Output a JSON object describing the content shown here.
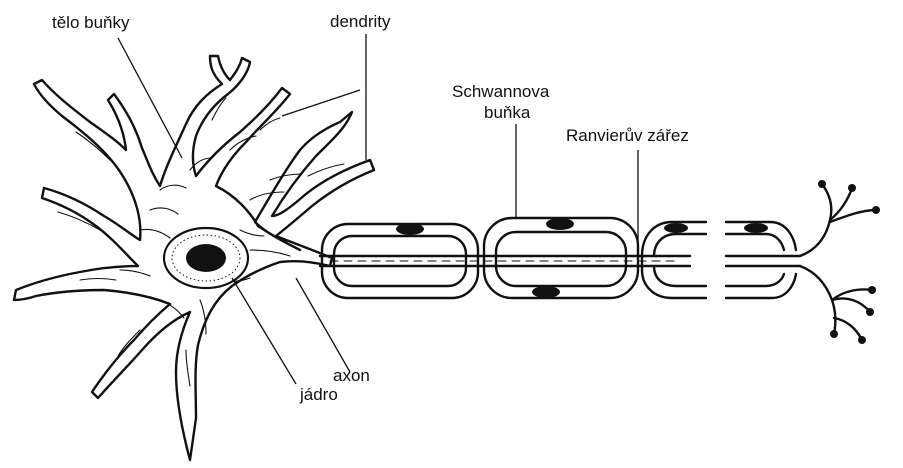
{
  "labels": {
    "cell_body": "tělo buňky",
    "dendrites": "dendrity",
    "schwann_line1": "Schwannova",
    "schwann_line2": "buňka",
    "node": "Ranvierův zářez",
    "axon": "axon",
    "nucleus": "jádro"
  },
  "colors": {
    "ink": "#111111",
    "background": "#ffffff"
  }
}
